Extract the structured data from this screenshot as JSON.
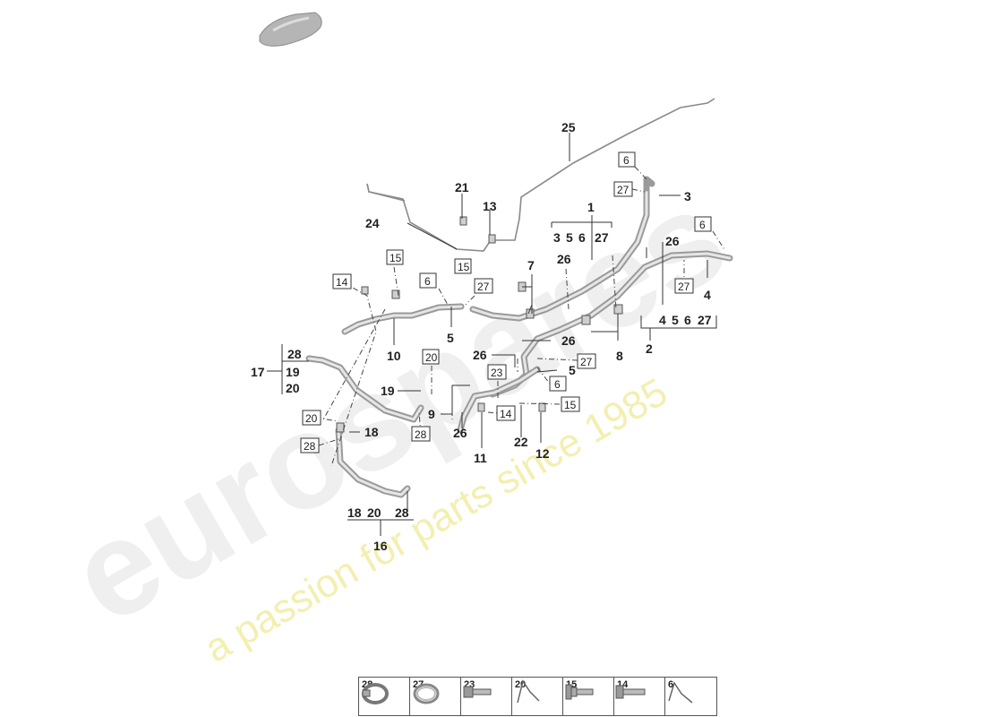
{
  "watermark": {
    "brand": "eurospares",
    "tagline": "a passion for parts since 1985"
  },
  "callouts": {
    "c1": "1",
    "c2": "2",
    "c3": "3",
    "c4": "4",
    "c5a": "5",
    "c5b": "5",
    "c7": "7",
    "c8": "8",
    "c9": "9",
    "c10": "10",
    "c11": "11",
    "c12": "12",
    "c13": "13",
    "c16": "16",
    "c17": "17",
    "c18": "18",
    "c19": "19",
    "c21": "21",
    "c22": "22",
    "c24": "24",
    "c25": "25",
    "c26a": "26",
    "c26b": "26",
    "c26c": "26",
    "c26d": "26",
    "c26e": "26"
  },
  "groups": {
    "g1": [
      "3",
      "5",
      "6",
      "27"
    ],
    "g2": [
      "4",
      "5",
      "6",
      "27"
    ],
    "g16": [
      "18",
      "20",
      "28"
    ],
    "g17": [
      "28",
      "19",
      "20"
    ]
  },
  "boxed_refs": {
    "b6a": "6",
    "b6b": "6",
    "b6c": "6",
    "b6d": "6",
    "b27a": "27",
    "b27b": "27",
    "b27c": "27",
    "b27d": "27",
    "b15a": "15",
    "b15b": "15",
    "b15c": "15",
    "b14a": "14",
    "b14b": "14",
    "b20a": "20",
    "b20b": "20",
    "b23": "23",
    "b28a": "28",
    "b28b": "28"
  },
  "legend": [
    {
      "num": "28",
      "icon": "hose-clamp-icon"
    },
    {
      "num": "27",
      "icon": "spring-clamp-icon"
    },
    {
      "num": "23",
      "icon": "bolt-icon"
    },
    {
      "num": "20",
      "icon": "wire-clip-icon"
    },
    {
      "num": "15",
      "icon": "flange-bolt-icon"
    },
    {
      "num": "14",
      "icon": "long-bolt-icon"
    },
    {
      "num": "6",
      "icon": "wire-clip-icon"
    }
  ]
}
